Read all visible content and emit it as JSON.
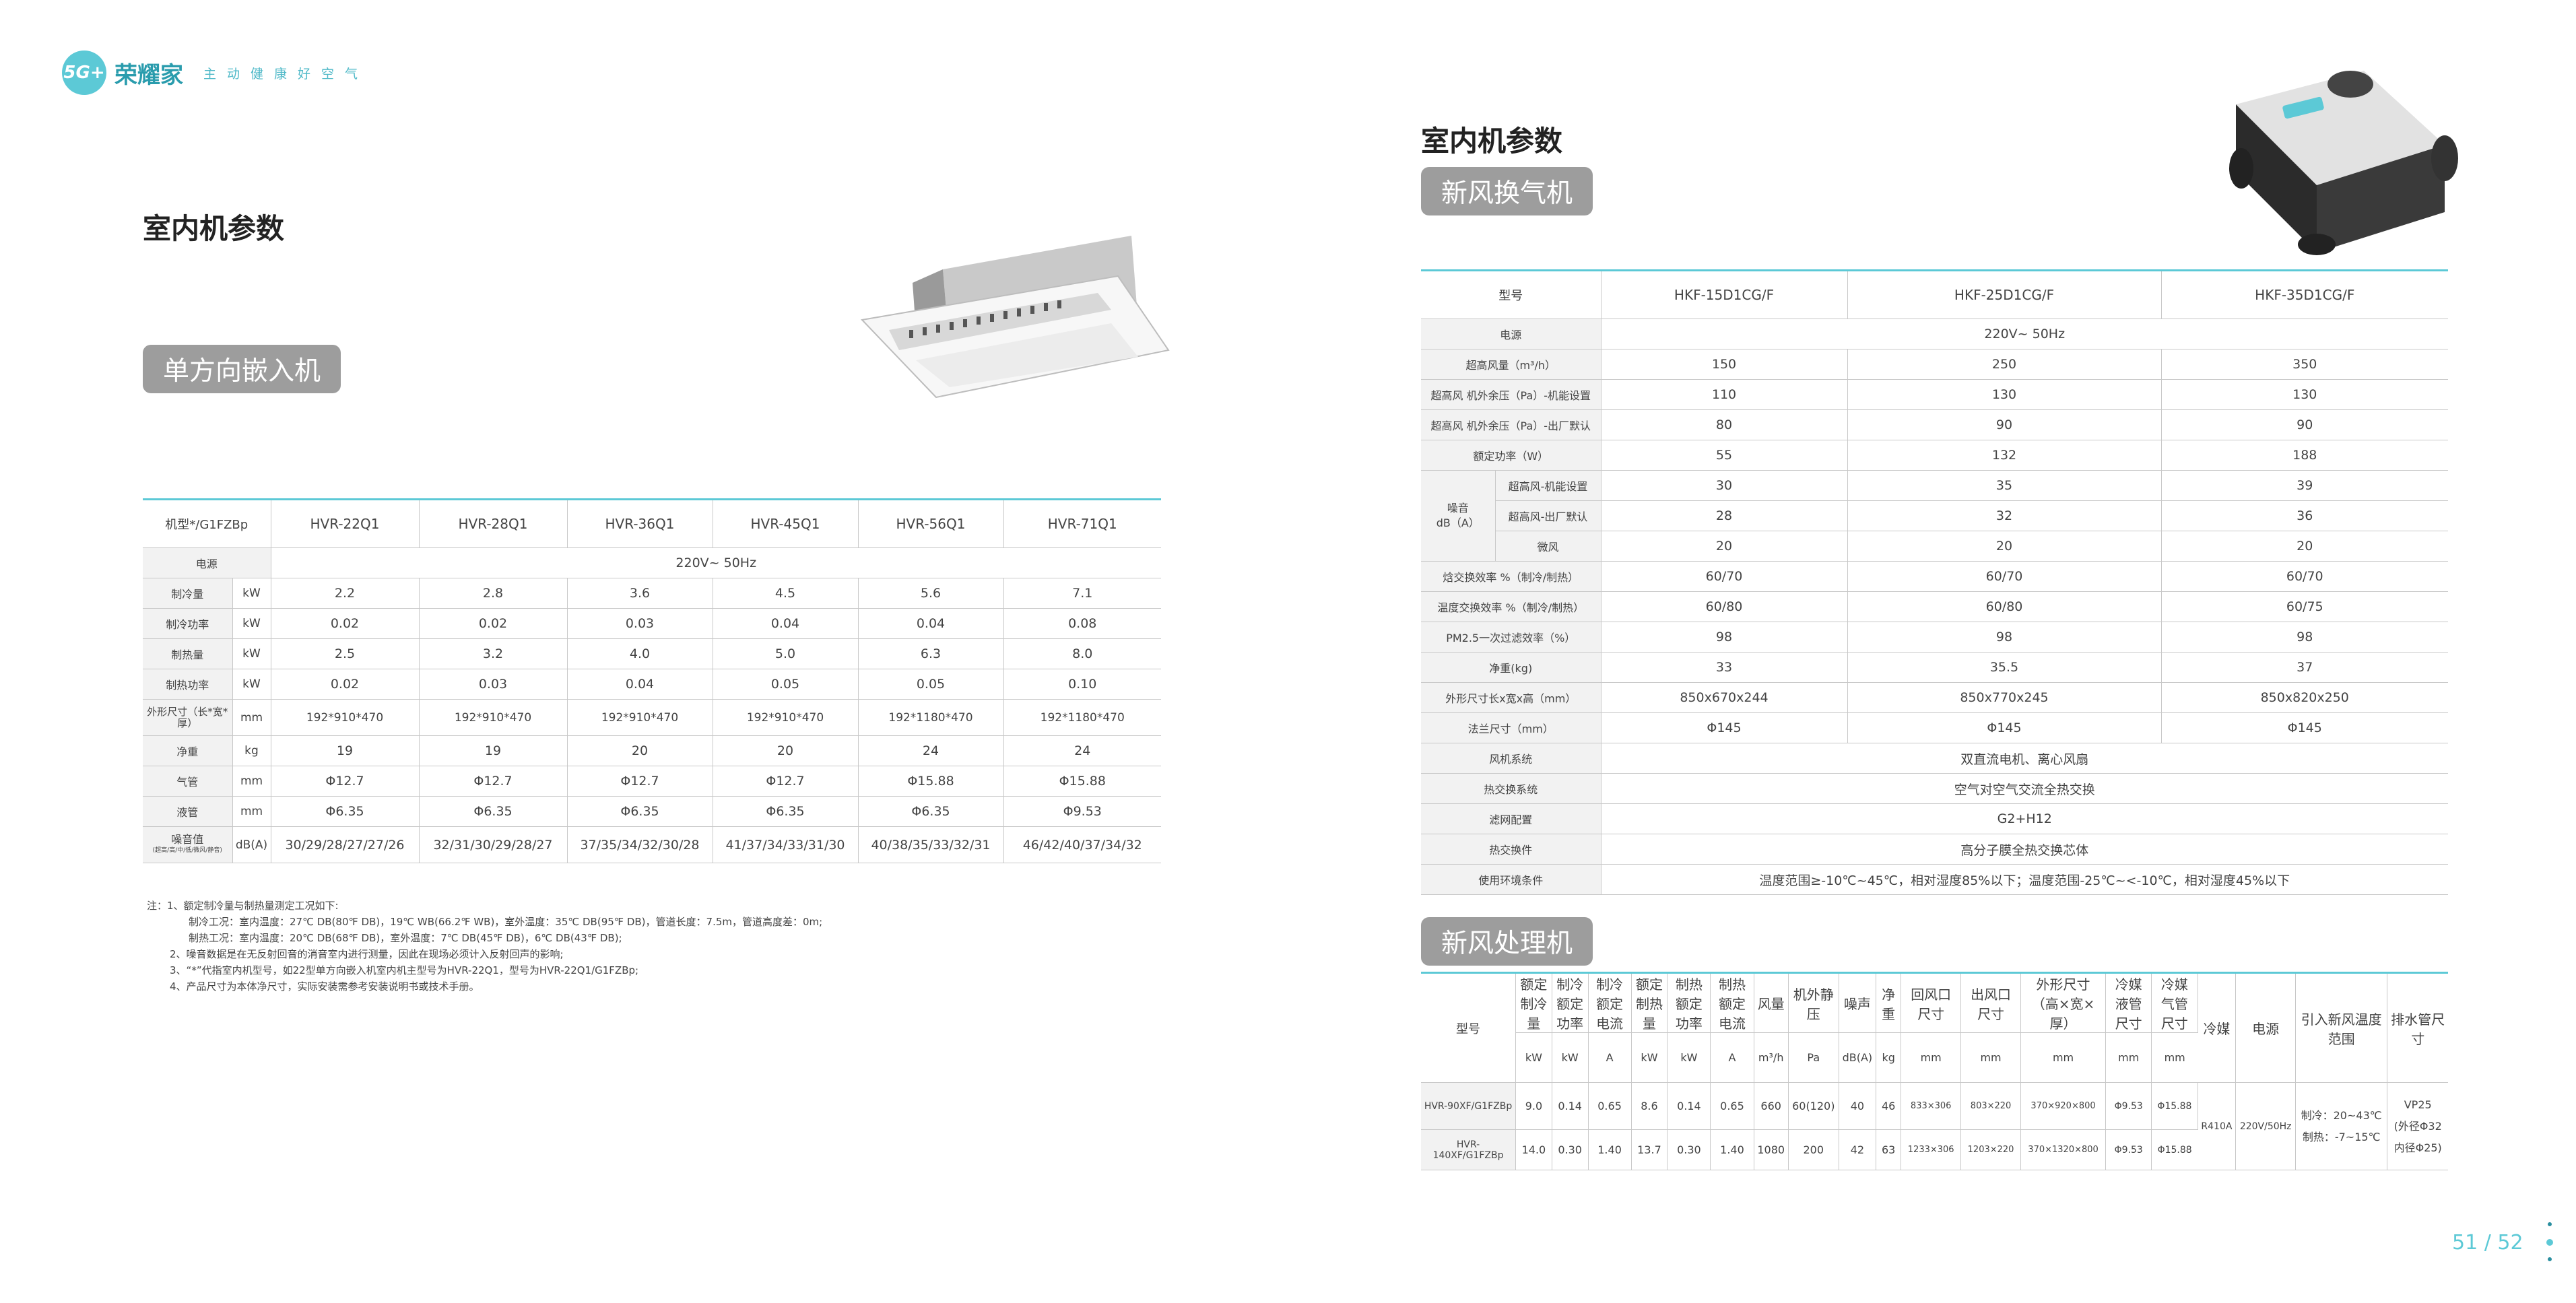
{
  "header": {
    "logo_badge": "5G+",
    "logo_name": "荣耀家",
    "slogan": "主动健康好空气"
  },
  "left": {
    "title": "室内机参数",
    "section": "单方向嵌入机",
    "table": {
      "head": [
        "机型*/G1FZBp",
        "HVR-22Q1",
        "HVR-28Q1",
        "HVR-36Q1",
        "HVR-45Q1",
        "HVR-56Q1",
        "HVR-71Q1"
      ],
      "power_label": "电源",
      "power_value": "220V~ 50Hz",
      "rows": [
        {
          "label": "制冷量",
          "unit": "kW",
          "values": [
            "2.2",
            "2.8",
            "3.6",
            "4.5",
            "5.6",
            "7.1"
          ]
        },
        {
          "label": "制冷功率",
          "unit": "kW",
          "values": [
            "0.02",
            "0.02",
            "0.03",
            "0.04",
            "0.04",
            "0.08"
          ]
        },
        {
          "label": "制热量",
          "unit": "kW",
          "values": [
            "2.5",
            "3.2",
            "4.0",
            "5.0",
            "6.3",
            "8.0"
          ]
        },
        {
          "label": "制热功率",
          "unit": "kW",
          "values": [
            "0.02",
            "0.03",
            "0.04",
            "0.05",
            "0.05",
            "0.10"
          ]
        },
        {
          "label": "外形尺寸（长*宽*厚）",
          "unit": "mm",
          "values": [
            "192*910*470",
            "192*910*470",
            "192*910*470",
            "192*910*470",
            "192*1180*470",
            "192*1180*470"
          ]
        },
        {
          "label": "净重",
          "unit": "kg",
          "values": [
            "19",
            "19",
            "20",
            "20",
            "24",
            "24"
          ]
        },
        {
          "label": "气管",
          "unit": "mm",
          "values": [
            "Φ12.7",
            "Φ12.7",
            "Φ12.7",
            "Φ12.7",
            "Φ15.88",
            "Φ15.88"
          ]
        },
        {
          "label": "液管",
          "unit": "mm",
          "values": [
            "Φ6.35",
            "Φ6.35",
            "Φ6.35",
            "Φ6.35",
            "Φ6.35",
            "Φ9.53"
          ]
        },
        {
          "label": "噪音值",
          "sublabel": "(超高/高/中/低/微风/静音)",
          "unit": "dB(A)",
          "values": [
            "30/29/28/27/27/26",
            "32/31/30/29/28/27",
            "37/35/34/32/30/28",
            "41/37/34/33/31/30",
            "40/38/35/33/32/31",
            "46/42/40/37/34/32"
          ]
        }
      ]
    },
    "notes": [
      "注：1、额定制冷量与制热量测定工况如下:",
      "制冷工况：室内温度：27℃ DB(80℉ DB)，19℃ WB(66.2℉ WB)，室外温度：35℃ DB(95℉ DB)，管道长度：7.5m，管道高度差：0m;",
      "制热工况：室内温度：20℃ DB(68℉ DB)，室外温度：7℃ DB(45℉ DB)，6℃ DB(43℉ DB);",
      "2、噪音数据是在无反射回音的消音室内进行测量，因此在现场必须计入反射回声的影响;",
      "3、“*”代指室内机型号，如22型单方向嵌入机室内机主型号为HVR-22Q1，型号为HVR-22Q1/G1FZBp;",
      "4、产品尺寸为本体净尺寸，实际安装需参考安装说明书或技术手册。"
    ]
  },
  "right": {
    "title": "室内机参数",
    "section1": "新风换气机",
    "section2": "新风处理机",
    "erv": {
      "head": [
        "型号",
        "HKF-15D1CG/F",
        "HKF-25D1CG/F",
        "HKF-35D1CG/F"
      ],
      "power_label": "电源",
      "power_value": "220V~ 50Hz",
      "rows": [
        {
          "label": "超高风量（m³/h）",
          "values": [
            "150",
            "250",
            "350"
          ]
        },
        {
          "label": "超高风 机外余压（Pa）-机能设置",
          "values": [
            "110",
            "130",
            "130"
          ]
        },
        {
          "label": "超高风 机外余压（Pa）-出厂默认",
          "values": [
            "80",
            "90",
            "90"
          ]
        },
        {
          "label": "额定功率（W）",
          "values": [
            "55",
            "132",
            "188"
          ]
        }
      ],
      "noise_label": "噪音",
      "noise_unit": "dB（A）",
      "noise_rows": [
        {
          "label": "超高风-机能设置",
          "values": [
            "30",
            "35",
            "39"
          ]
        },
        {
          "label": "超高风-出厂默认",
          "values": [
            "28",
            "32",
            "36"
          ]
        },
        {
          "label": "微风",
          "values": [
            "20",
            "20",
            "20"
          ]
        }
      ],
      "rows2": [
        {
          "label": "焓交换效率 %（制冷/制热）",
          "values": [
            "60/70",
            "60/70",
            "60/70"
          ]
        },
        {
          "label": "温度交换效率 %（制冷/制热）",
          "values": [
            "60/80",
            "60/80",
            "60/75"
          ]
        },
        {
          "label": "PM2.5一次过滤效率（%）",
          "values": [
            "98",
            "98",
            "98"
          ]
        },
        {
          "label": "净重(kg)",
          "values": [
            "33",
            "35.5",
            "37"
          ]
        },
        {
          "label": "外形尺寸长x宽x高（mm）",
          "values": [
            "850x670x244",
            "850x770x245",
            "850x820x250"
          ]
        },
        {
          "label": "法兰尺寸（mm）",
          "values": [
            "Φ145",
            "Φ145",
            "Φ145"
          ]
        }
      ],
      "shared_rows": [
        {
          "label": "风机系统",
          "value": "双直流电机、离心风扇"
        },
        {
          "label": "热交换系统",
          "value": "空气对空气交流全热交换"
        },
        {
          "label": "滤网配置",
          "value": "G2+H12"
        },
        {
          "label": "热交换件",
          "value": "高分子膜全热交换芯体"
        },
        {
          "label": "使用环境条件",
          "value": "温度范围≥-10℃~45℃，相对湿度85%以下；温度范围-25℃~<-10℃，相对湿度45%以下"
        }
      ]
    },
    "fau": {
      "model_label": "型号",
      "heads": [
        "额定制冷量",
        "制冷额定功率",
        "制冷额定电流",
        "额定制热量",
        "制热额定功率",
        "制热额定电流",
        "风量",
        "机外静压",
        "噪声",
        "净重",
        "回风口尺寸",
        "出风口尺寸",
        "外形尺寸（高×宽×厚）",
        "冷媒液管尺寸",
        "冷媒气管尺寸",
        "冷媒",
        "电源",
        "引入新风温度范围",
        "排水管尺寸"
      ],
      "units": [
        "kW",
        "kW",
        "A",
        "kW",
        "kW",
        "A",
        "m³/h",
        "Pa",
        "dB(A)",
        "kg",
        "mm",
        "mm",
        "mm",
        "mm",
        "mm"
      ],
      "rows": [
        {
          "model": "HVR-90XF/G1FZBp",
          "values": [
            "9.0",
            "0.14",
            "0.65",
            "8.6",
            "0.14",
            "0.65",
            "660",
            "60(120)",
            "40",
            "46",
            "833×306",
            "803×220",
            "370×920×800",
            "Φ9.53",
            "Φ15.88"
          ]
        },
        {
          "model": "HVR-140XF/G1FZBp",
          "values": [
            "14.0",
            "0.30",
            "1.40",
            "13.7",
            "0.30",
            "1.40",
            "1080",
            "200",
            "42",
            "63",
            "1233×306",
            "1203×220",
            "370×1320×800",
            "Φ9.53",
            "Φ15.88"
          ]
        }
      ],
      "refrigerant": "R410A",
      "power": "220V/50Hz",
      "temp_cool": "制冷：20~43℃",
      "temp_heat": "制热：-7~15℃",
      "drain_1": "VP25",
      "drain_2": "(外径Φ32",
      "drain_3": "内径Φ25)"
    }
  },
  "pager": "51 / 52",
  "colors": {
    "accent": "#5cc9d6",
    "pill": "#9d9d9d",
    "label_bg": "#f2f2f2"
  }
}
